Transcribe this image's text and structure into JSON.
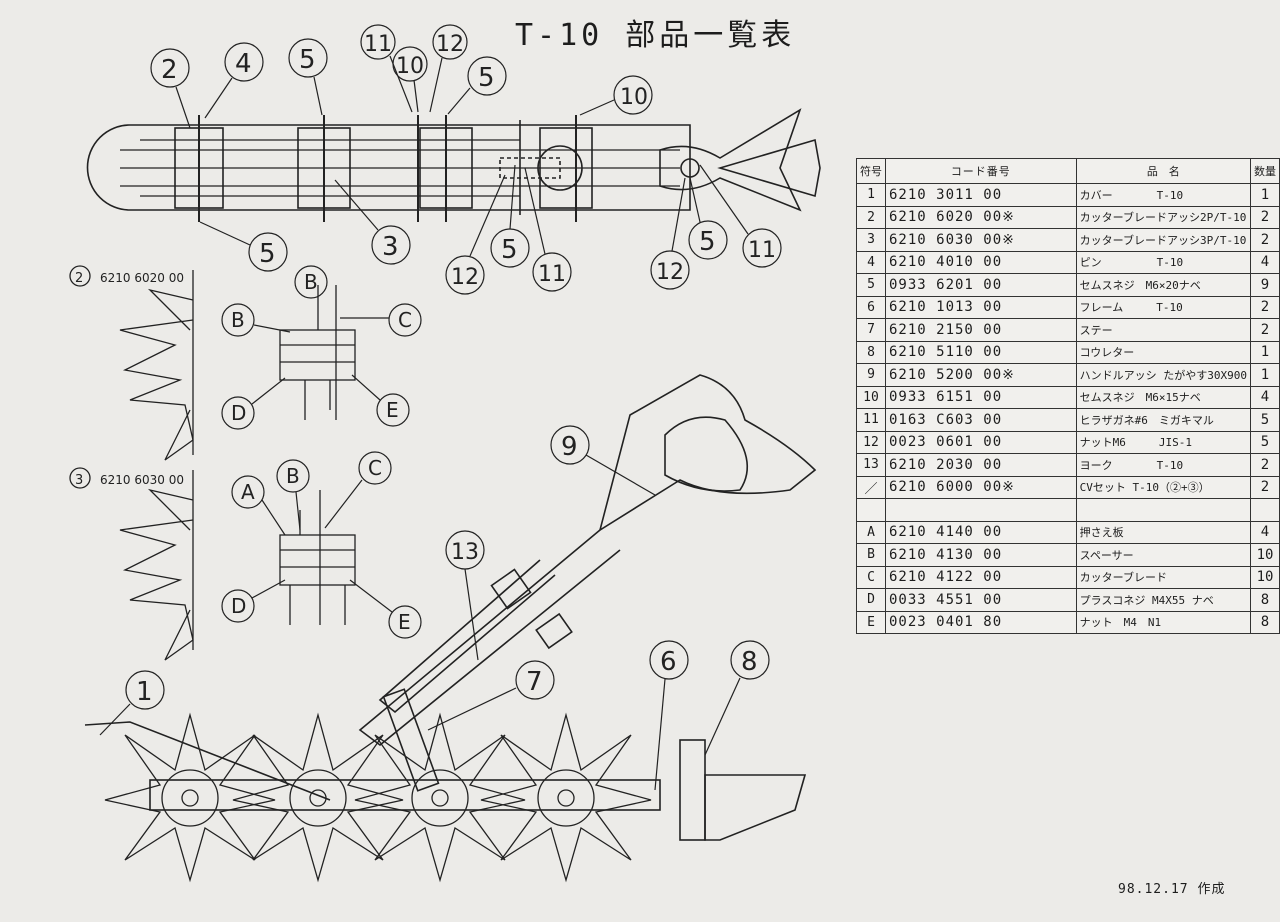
{
  "title": "T-10 部品一覧表",
  "sub_assembly_2": {
    "num": "2",
    "code": "6210 6020 00"
  },
  "sub_assembly_3": {
    "num": "3",
    "code": "6210 6030 00"
  },
  "callouts_top": [
    "2",
    "4",
    "5",
    "11",
    "10",
    "12",
    "5",
    "10",
    "5",
    "3",
    "12",
    "5",
    "11",
    "5",
    "12",
    "11"
  ],
  "callouts_detail": [
    "B",
    "C",
    "D",
    "E",
    "A",
    "B",
    "C",
    "D",
    "E"
  ],
  "callouts_main": [
    "9",
    "13",
    "1",
    "7",
    "6",
    "8"
  ],
  "table": {
    "headers": [
      "符号",
      "コード番号",
      "品　名",
      "数量"
    ],
    "rows": [
      {
        "mark": "1",
        "code": "6210 3011 00",
        "name": "カバー　　　　T-10",
        "qty": "1"
      },
      {
        "mark": "2",
        "code": "6210 6020 00※",
        "name": "カッターブレードアッシ2P/T-10",
        "qty": "2"
      },
      {
        "mark": "3",
        "code": "6210 6030 00※",
        "name": "カッターブレードアッシ3P/T-10",
        "qty": "2"
      },
      {
        "mark": "4",
        "code": "6210 4010 00",
        "name": "ピン　　　　　T-10",
        "qty": "4"
      },
      {
        "mark": "5",
        "code": "0933 6201 00",
        "name": "セムスネジ　M6×20ナベ",
        "qty": "9"
      },
      {
        "mark": "6",
        "code": "6210 1013 00",
        "name": "フレーム　　　T-10",
        "qty": "2"
      },
      {
        "mark": "7",
        "code": "6210 2150 00",
        "name": "ステー",
        "qty": "2"
      },
      {
        "mark": "8",
        "code": "6210 5110 00",
        "name": "コウレター",
        "qty": "1"
      },
      {
        "mark": "9",
        "code": "6210 5200 00※",
        "name": "ハンドルアッシ たがやす30X900",
        "qty": "1"
      },
      {
        "mark": "10",
        "code": "0933 6151 00",
        "name": "セムスネジ　M6×15ナベ",
        "qty": "4"
      },
      {
        "mark": "11",
        "code": "0163 C603 00",
        "name": "ヒラザガネ#6　ミガキマル",
        "qty": "5"
      },
      {
        "mark": "12",
        "code": "0023 0601 00",
        "name": "ナットM6　　　JIS-1",
        "qty": "5"
      },
      {
        "mark": "13",
        "code": "6210 2030 00",
        "name": "ヨーク　　　　T-10",
        "qty": "2"
      },
      {
        "mark": "／",
        "code": "6210 6000 00※",
        "name": "CVセット T-10（②+③）",
        "qty": "2"
      }
    ],
    "rows_b": [
      {
        "mark": "A",
        "code": "6210 4140 00",
        "name": "押さえ板",
        "qty": "4"
      },
      {
        "mark": "B",
        "code": "6210 4130 00",
        "name": "スペーサー",
        "qty": "10"
      },
      {
        "mark": "C",
        "code": "6210 4122 00",
        "name": "カッターブレード",
        "qty": "10"
      },
      {
        "mark": "D",
        "code": "0033 4551 00",
        "name": "プラスコネジ M4X55 ナベ",
        "qty": "8"
      },
      {
        "mark": "E",
        "code": "0023 0401 80",
        "name": "ナット　M4　N1",
        "qty": "8"
      }
    ]
  },
  "date": "98.12.17 作成",
  "colors": {
    "paper": "#ecebe8",
    "ink": "#1d1d1d"
  }
}
